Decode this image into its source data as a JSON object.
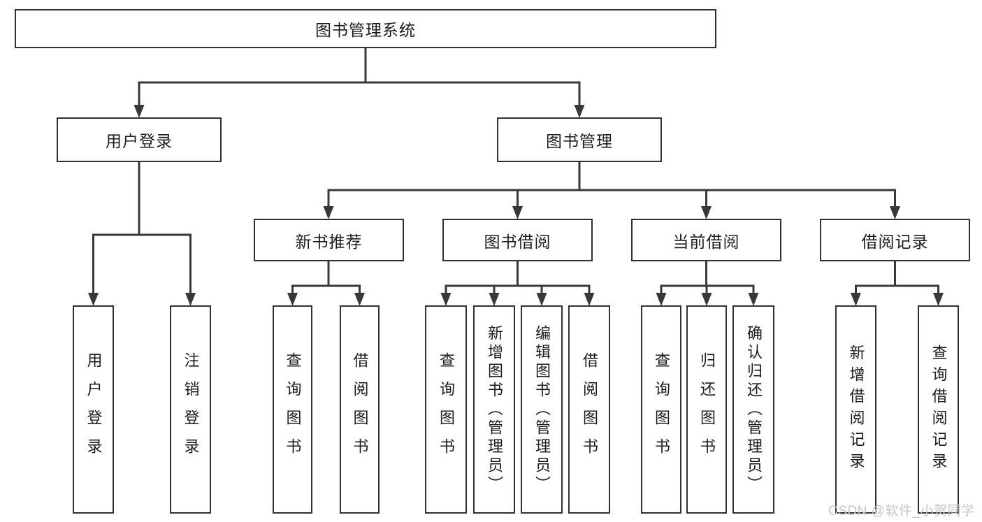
{
  "colors": {
    "line": "#383838",
    "box_border": "#313131",
    "box_fill": "#ffffff",
    "text": "#1c1c1c",
    "watermark": "#c7c7c7",
    "background": "#ffffff"
  },
  "watermark": "CSDN @软件_小贺同学",
  "tree": {
    "root": {
      "label": "图书管理系统",
      "children": [
        {
          "label": "用户登录",
          "children": [
            {
              "label": "用户登录"
            },
            {
              "label": "注销登录"
            }
          ]
        },
        {
          "label": "图书管理",
          "children": [
            {
              "label": "新书推荐",
              "children": [
                {
                  "label": "查询图书"
                },
                {
                  "label": "借阅图书"
                }
              ]
            },
            {
              "label": "图书借阅",
              "children": [
                {
                  "label": "查询图书"
                },
                {
                  "label": "新增图书（管理员）"
                },
                {
                  "label": "编辑图书（管理员）"
                },
                {
                  "label": "借阅图书"
                }
              ]
            },
            {
              "label": "当前借阅",
              "children": [
                {
                  "label": "查询图书"
                },
                {
                  "label": "归还图书"
                },
                {
                  "label": "确认归还（管理员）"
                }
              ]
            },
            {
              "label": "借阅记录",
              "children": [
                {
                  "label": "新增借阅记录"
                },
                {
                  "label": "查询借阅记录"
                }
              ]
            }
          ]
        }
      ]
    }
  }
}
